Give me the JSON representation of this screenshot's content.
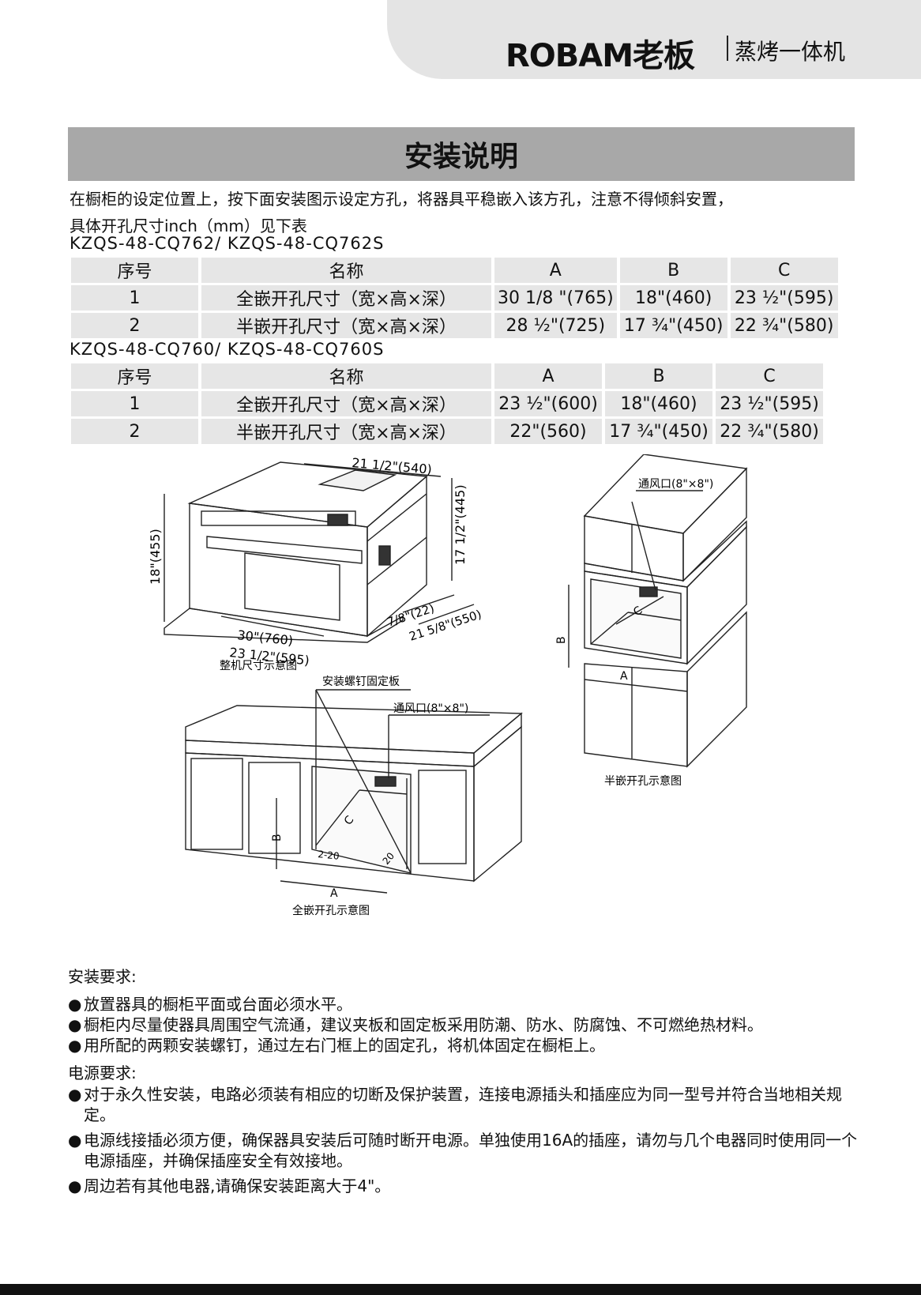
{
  "header": {
    "brand": "ROBAM老板",
    "product": "蒸烤一体机"
  },
  "title": "安装说明",
  "intro": {
    "line1": "在橱柜的设定位置上，按下面安装图示设定方孔，将器具平稳嵌入该方孔，注意不得倾斜安置，",
    "line2": "具体开孔尺寸inch（mm）见下表"
  },
  "tables": [
    {
      "model": "KZQS-48-CQ762/ KZQS-48-CQ762S",
      "headers": [
        "序号",
        "名称",
        "A",
        "B",
        "C"
      ],
      "rows": [
        [
          "1",
          "全嵌开孔尺寸（宽×高×深）",
          "30 1/8 \"(765)",
          "18\"(460)",
          "23 ½\"(595)"
        ],
        [
          "2",
          "半嵌开孔尺寸（宽×高×深）",
          "28 ½\"(725)",
          "17 ¾\"(450)",
          "22 ¾\"(580)"
        ]
      ]
    },
    {
      "model": "KZQS-48-CQ760/ KZQS-48-CQ760S",
      "headers": [
        "序号",
        "名称",
        "A",
        "B",
        "C"
      ],
      "rows": [
        [
          "1",
          "全嵌开孔尺寸（宽×高×深）",
          "23 ½\"(600)",
          "18\"(460)",
          "23 ½\"(595)"
        ],
        [
          "2",
          "半嵌开孔尺寸（宽×高×深）",
          "22\"(560)",
          "17 ¾\"(450)",
          "22 ¾\"(580)"
        ]
      ]
    }
  ],
  "diagram": {
    "machine": {
      "top_dim": "21 1/2\"(540)",
      "height_right": "17 1/2\"(445)",
      "height_left": "18\"(455)",
      "front_gap": "7/8\"(22)",
      "depth": "21 5/8\"(550)",
      "width": "30\"(760)",
      "width2": "23 1/2\"(595)",
      "caption": "整机尺寸示意图"
    },
    "half": {
      "vent": "通风口(8\"×8\")",
      "a": "A",
      "b": "B",
      "c": "C",
      "caption": "半嵌开孔示意图"
    },
    "full": {
      "plate": "安装螺钉固定板",
      "vent": "通风口(8\"×8\")",
      "a": "A",
      "b": "B",
      "c": "C",
      "d1": "2-20",
      "d2": "20",
      "caption": "全嵌开孔示意图"
    }
  },
  "install": {
    "heading": "安装要求:",
    "items": [
      "放置器具的橱柜平面或台面必须水平。",
      "橱柜内尽量使器具周围空气流通，建议夹板和固定板采用防潮、防水、防腐蚀、不可燃绝热材料。",
      "用所配的两颗安装螺钉，通过左右门框上的固定孔，将机体固定在橱柜上。"
    ]
  },
  "power": {
    "heading": "电源要求:",
    "items": [
      "对于永久性安装，电路必须装有相应的切断及保护装置，连接电源插头和插座应为同一型号并符合当地相关规定。",
      "电源线接插必须方便，确保器具安装后可随时断开电源。单独使用16A的插座，请勿与几个电器同时使用同一个电源插座，并确保插座安全有效接地。",
      "周边若有其他电器,请确保安装距离大于4\"。"
    ]
  },
  "bullet_glyph": "●"
}
